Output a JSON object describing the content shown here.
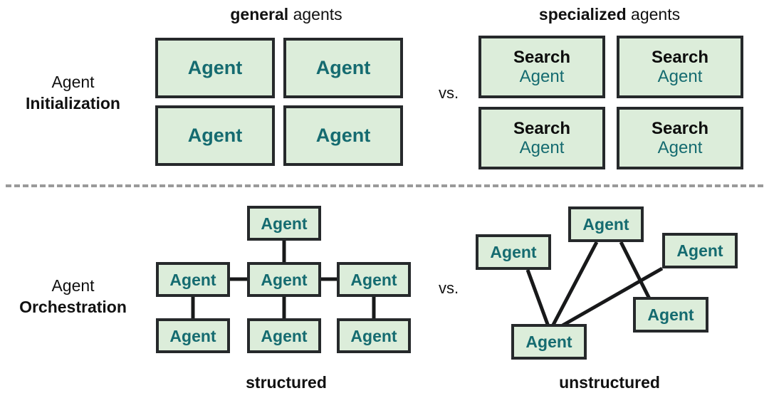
{
  "headers": {
    "general": {
      "strong": "general",
      "light": " agents"
    },
    "specialized": {
      "strong": "specialized",
      "light": " agents"
    }
  },
  "captions": {
    "structured": "structured",
    "unstructured": "unstructured"
  },
  "row_labels": {
    "initialization": {
      "line1": "Agent",
      "line2": "Initialization"
    },
    "orchestration": {
      "line1": "Agent",
      "line2": "Orchestration"
    }
  },
  "separator": {
    "vs": "vs."
  },
  "colors": {
    "node_fill": "#dcedda",
    "node_border": "#26292b",
    "agent_text": "#156b70",
    "role_text": "#0d0d0d",
    "divider": "#9a9a9a",
    "background": "#ffffff"
  },
  "general_agents": [
    {
      "agent": "Agent"
    },
    {
      "agent": "Agent"
    },
    {
      "agent": "Agent"
    },
    {
      "agent": "Agent"
    }
  ],
  "specialized_agents": [
    {
      "role": "Search",
      "agent": "Agent"
    },
    {
      "role": "Search",
      "agent": "Agent"
    },
    {
      "role": "Search",
      "agent": "Agent"
    },
    {
      "role": "Search",
      "agent": "Agent"
    }
  ],
  "structured_graph": {
    "nodes": [
      {
        "id": "root",
        "agent": "Agent"
      },
      {
        "id": "mid-left",
        "agent": "Agent"
      },
      {
        "id": "mid-center",
        "agent": "Agent"
      },
      {
        "id": "mid-right",
        "agent": "Agent"
      },
      {
        "id": "bottom-left",
        "agent": "Agent"
      },
      {
        "id": "bottom-center",
        "agent": "Agent"
      },
      {
        "id": "bottom-right",
        "agent": "Agent"
      }
    ],
    "edges": [
      [
        "root",
        "mid-center"
      ],
      [
        "mid-left",
        "mid-center"
      ],
      [
        "mid-center",
        "mid-right"
      ],
      [
        "mid-left",
        "bottom-left"
      ],
      [
        "mid-center",
        "bottom-center"
      ],
      [
        "mid-right",
        "bottom-right"
      ]
    ]
  },
  "unstructured_graph": {
    "nodes": [
      {
        "id": "top",
        "agent": "Agent"
      },
      {
        "id": "left",
        "agent": "Agent"
      },
      {
        "id": "right",
        "agent": "Agent"
      },
      {
        "id": "mid",
        "agent": "Agent"
      },
      {
        "id": "bottom",
        "agent": "Agent"
      }
    ],
    "edges": [
      [
        "left",
        "bottom"
      ],
      [
        "top",
        "bottom"
      ],
      [
        "top",
        "mid"
      ],
      [
        "right",
        "bottom"
      ]
    ]
  }
}
